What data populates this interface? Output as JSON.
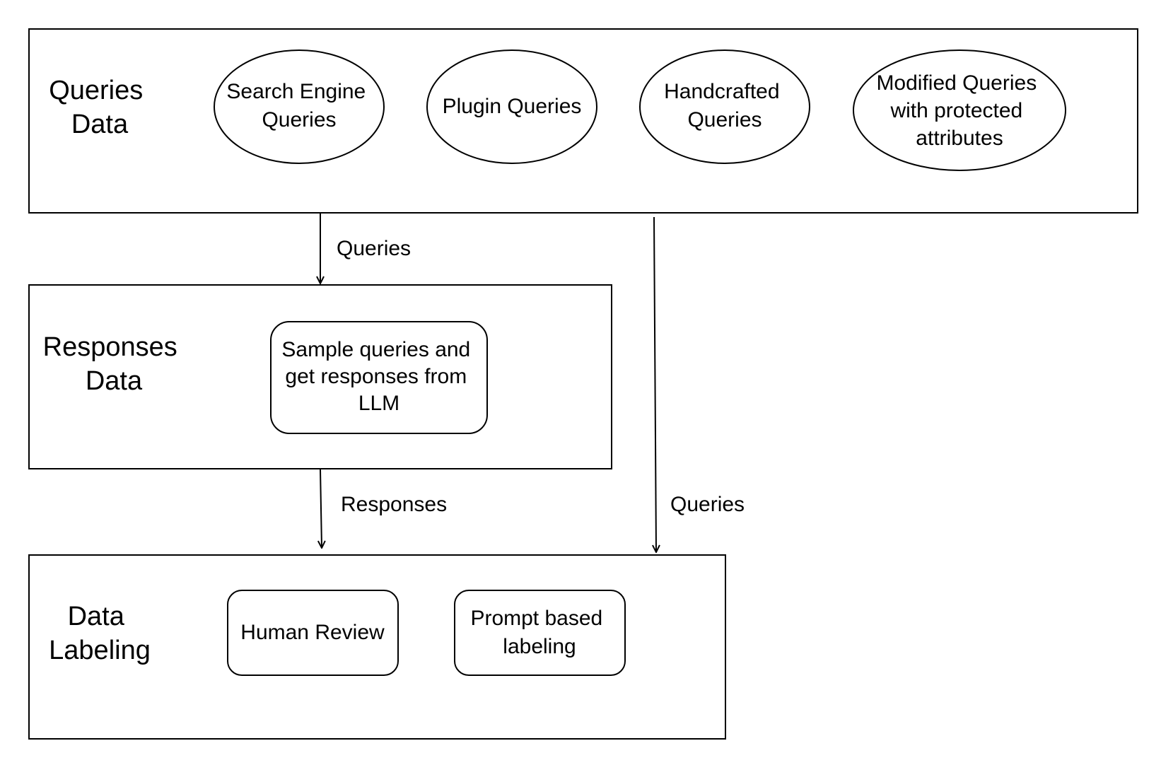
{
  "panels": {
    "queries_data": {
      "title_lines": [
        "Queries",
        "Data"
      ],
      "nodes": [
        {
          "lines": [
            "Search Engine",
            "Queries"
          ]
        },
        {
          "lines": [
            "Plugin Queries"
          ]
        },
        {
          "lines": [
            "Handcrafted",
            "Queries"
          ]
        },
        {
          "lines": [
            "Modified Queries",
            "with protected",
            "attributes"
          ]
        }
      ]
    },
    "responses_data": {
      "title_lines": [
        "Responses",
        "Data"
      ],
      "nodes": [
        {
          "lines": [
            "Sample queries and",
            "get responses from",
            "LLM"
          ]
        }
      ]
    },
    "data_labeling": {
      "title_lines": [
        "Data",
        "Labeling"
      ],
      "nodes": [
        {
          "lines": [
            "Human Review"
          ]
        },
        {
          "lines": [
            "Prompt based",
            "labeling"
          ]
        }
      ]
    }
  },
  "edges": [
    {
      "from": "Queries Data",
      "to": "Responses Data",
      "label": "Queries"
    },
    {
      "from": "Responses Data",
      "to": "Data Labeling",
      "label": "Responses"
    },
    {
      "from": "Queries Data",
      "to": "Data Labeling",
      "label": "Queries"
    }
  ]
}
